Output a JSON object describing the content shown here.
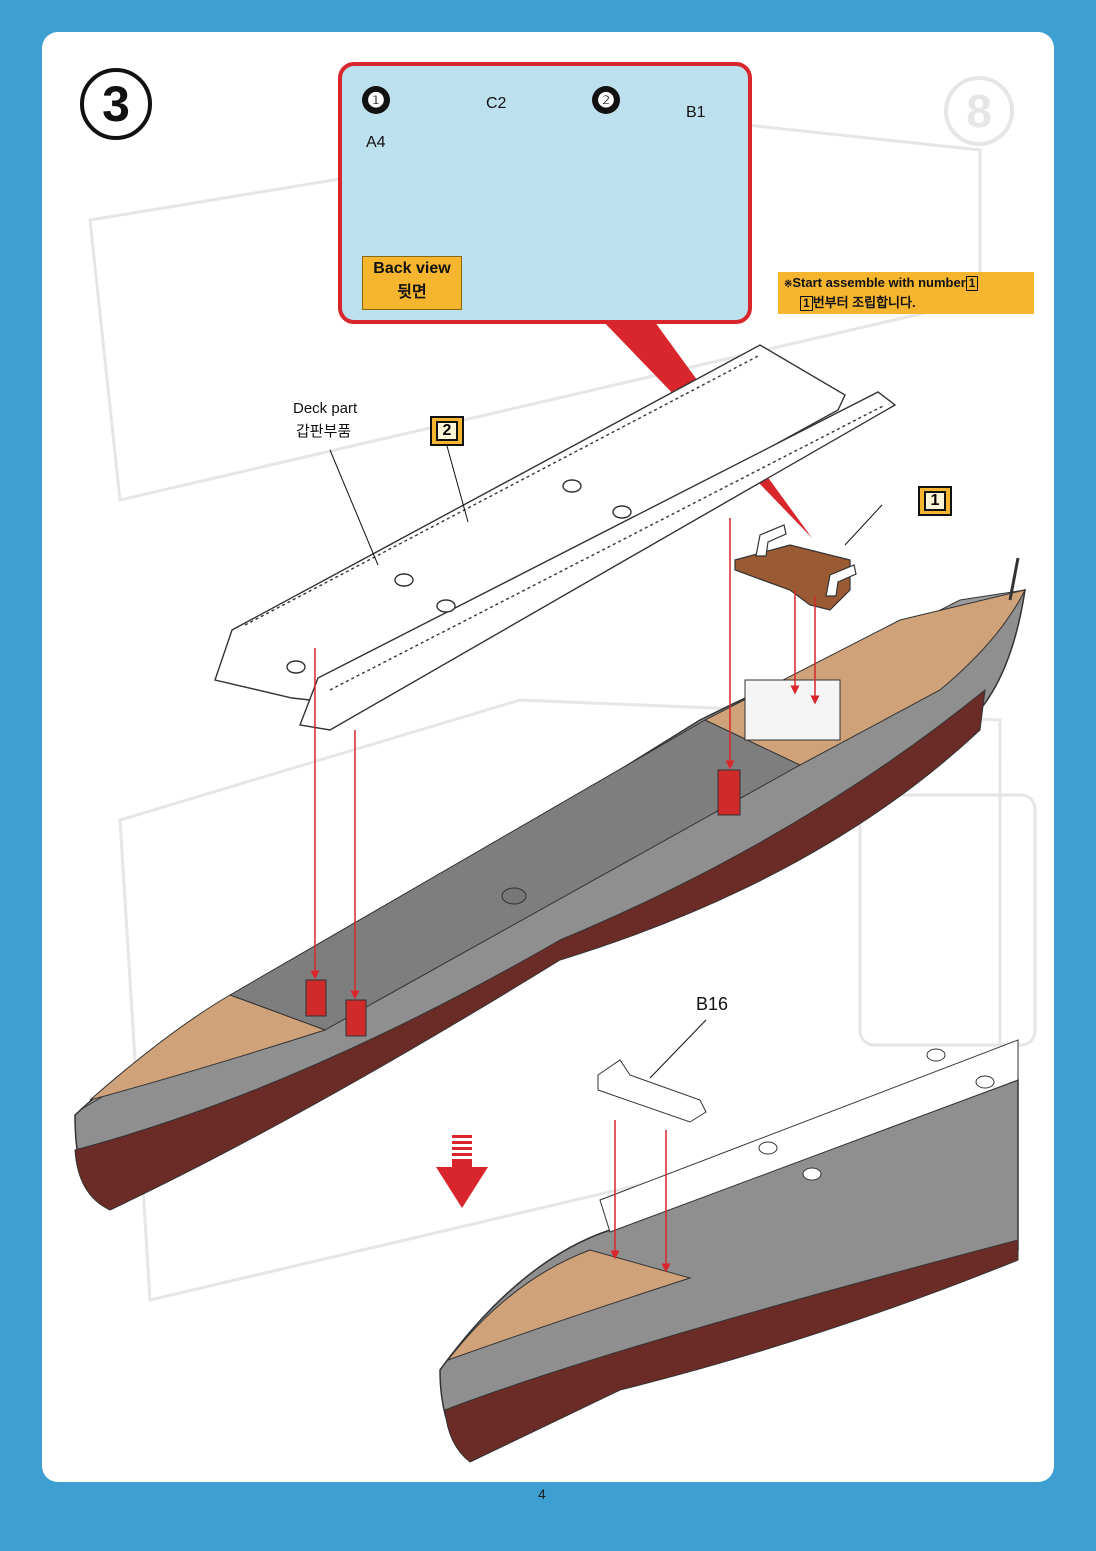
{
  "step": {
    "number": "3",
    "ghost_number": "8"
  },
  "inset": {
    "sub_step_1": "❶",
    "sub_step_2": "❷",
    "parts": {
      "c2": "C2",
      "a4": "A4",
      "b1": "B1"
    },
    "back_view_en": "Back view",
    "back_view_ko": "뒷면"
  },
  "note": {
    "marker": "※",
    "en_prefix": "Start assemble with number",
    "number": "1",
    "ko_suffix": "번부터 조립합니다."
  },
  "main": {
    "deck_part_en": "Deck part",
    "deck_part_ko": "갑판부품",
    "tag_2": "2",
    "tag_1": "1",
    "part_b16": "B16"
  },
  "page_number": "4",
  "colors": {
    "frame_blue": "#3e9fd2",
    "inset_red": "#d8262c",
    "inset_fill": "#bde0ee",
    "tag_orange": "#f5b52f",
    "hull_gray": "#8f8f8f",
    "hull_red": "#6b2b26",
    "deck_tan": "#cfa27a",
    "part_brown": "#9a5a33"
  }
}
